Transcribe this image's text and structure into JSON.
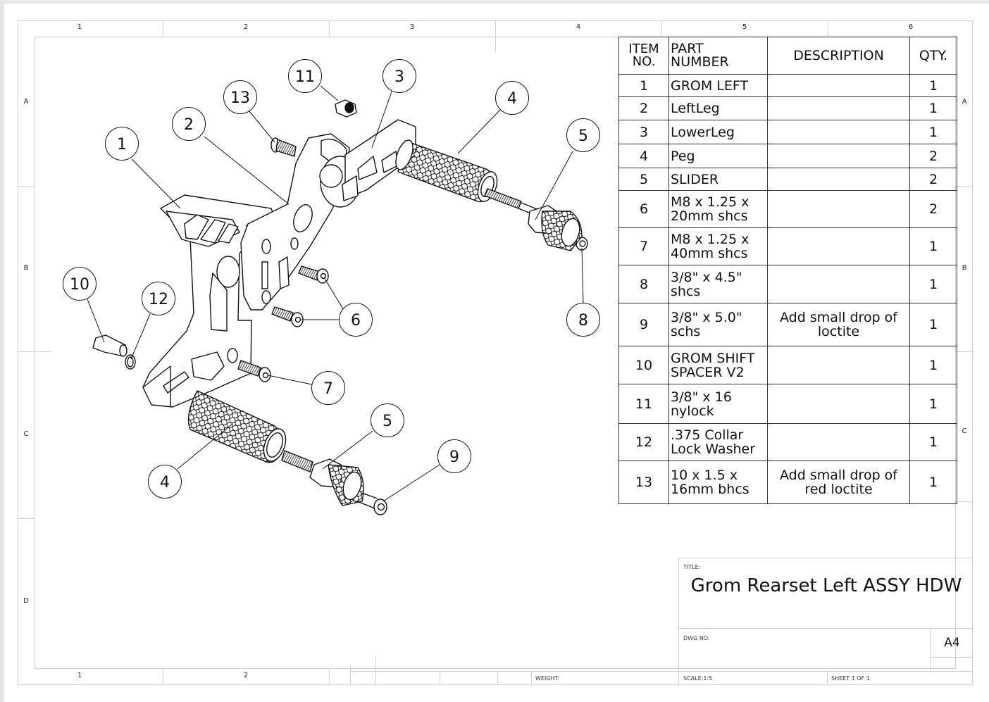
{
  "zones": {
    "columns_top": [
      "1",
      "2",
      "3",
      "4",
      "5",
      "6"
    ],
    "columns_bottom": [
      "1",
      "2"
    ],
    "rows_left": [
      "A",
      "B",
      "C",
      "D"
    ],
    "rows_right": [
      "A",
      "B",
      "C"
    ]
  },
  "bom": {
    "headers": {
      "item_no": "ITEM NO.",
      "part_number": "PART NUMBER",
      "description": "DESCRIPTION",
      "qty": "QTY."
    },
    "rows": [
      {
        "item": "1",
        "part": "GROM LEFT",
        "description": "",
        "qty": "1"
      },
      {
        "item": "2",
        "part": "LeftLeg",
        "description": "",
        "qty": "1"
      },
      {
        "item": "3",
        "part": "LowerLeg",
        "description": "",
        "qty": "1"
      },
      {
        "item": "4",
        "part": "Peg",
        "description": "",
        "qty": "2"
      },
      {
        "item": "5",
        "part": "SLIDER",
        "description": "",
        "qty": "2"
      },
      {
        "item": "6",
        "part": "M8 x 1.25 x 20mm shcs",
        "description": "",
        "qty": "2"
      },
      {
        "item": "7",
        "part": "M8 x 1.25 x 40mm shcs",
        "description": "",
        "qty": "1"
      },
      {
        "item": "8",
        "part": "3/8\" x 4.5\" shcs",
        "description": "",
        "qty": "1"
      },
      {
        "item": "9",
        "part": "3/8\" x 5.0\" schs",
        "description": "Add small drop of loctite",
        "qty": "1"
      },
      {
        "item": "10",
        "part": "GROM SHIFT SPACER V2",
        "description": "",
        "qty": "1"
      },
      {
        "item": "11",
        "part": "3/8\" x 16 nylock",
        "description": "",
        "qty": "1"
      },
      {
        "item": "12",
        "part": ".375 Collar Lock Washer",
        "description": "",
        "qty": "1"
      },
      {
        "item": "13",
        "part": "10 x 1.5 x 16mm bhcs",
        "description": "Add small drop of red loctite",
        "qty": "1"
      }
    ]
  },
  "balloons": [
    {
      "label": "1",
      "target": "grom-left"
    },
    {
      "label": "2",
      "target": "left-leg"
    },
    {
      "label": "3",
      "target": "lower-leg"
    },
    {
      "label": "4",
      "target": "peg-upper"
    },
    {
      "label": "4",
      "target": "peg-lower"
    },
    {
      "label": "5",
      "target": "slider-upper"
    },
    {
      "label": "5",
      "target": "slider-lower"
    },
    {
      "label": "6",
      "target": "m8-20mm-bolts"
    },
    {
      "label": "7",
      "target": "m8-40mm-bolt"
    },
    {
      "label": "8",
      "target": "shcs-4.5"
    },
    {
      "label": "9",
      "target": "schs-5.0"
    },
    {
      "label": "10",
      "target": "shift-spacer"
    },
    {
      "label": "11",
      "target": "nylock-nut"
    },
    {
      "label": "12",
      "target": "collar-lock-washer"
    },
    {
      "label": "13",
      "target": "bhcs-bolt"
    }
  ],
  "title_block": {
    "title_label": "TITLE:",
    "title": "Grom Rearset Left ASSY HDW",
    "dwg_no_label": "DWG NO.",
    "dwg_no": "",
    "size": "A4",
    "weight_label": "WEIGHT:",
    "scale_label": "SCALE:1:5",
    "sheet_label": "SHEET 1 OF 1"
  }
}
